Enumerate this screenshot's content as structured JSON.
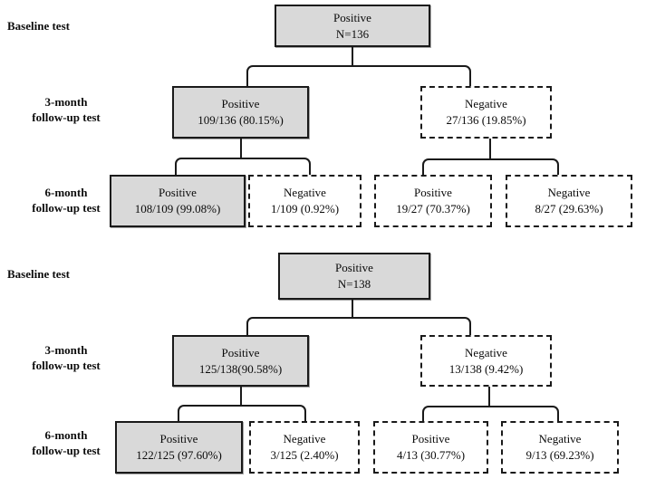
{
  "diagram": {
    "type": "flowchart",
    "description": "Two parallel test-result follow-up trees (baseline, 3-month, 6-month)",
    "row_labels": {
      "baseline": "Baseline test",
      "three_month_line1": "3-month",
      "three_month_line2": "follow-up test",
      "six_month_line1": "6-month",
      "six_month_line2": "follow-up test"
    },
    "colors": {
      "positive_fill": "#d9d9d9",
      "negative_fill": "#ffffff",
      "stroke": "#1a1a1a",
      "text": "#0b0b0b",
      "background": "#ffffff"
    },
    "trees": [
      {
        "id": "tree-1",
        "baseline": {
          "title": "Positive",
          "value": "N=136",
          "style": "solid"
        },
        "three_month": [
          {
            "title": "Positive",
            "value": "109/136 (80.15%)",
            "style": "solid"
          },
          {
            "title": "Negative",
            "value": "27/136 (19.85%)",
            "style": "dashed"
          }
        ],
        "six_month": [
          {
            "title": "Positive",
            "value": "108/109 (99.08%)",
            "style": "solid"
          },
          {
            "title": "Negative",
            "value": "1/109 (0.92%)",
            "style": "dashed"
          },
          {
            "title": "Positive",
            "value": "19/27 (70.37%)",
            "style": "dashed"
          },
          {
            "title": "Negative",
            "value": "8/27 (29.63%)",
            "style": "dashed"
          }
        ]
      },
      {
        "id": "tree-2",
        "baseline": {
          "title": "Positive",
          "value": "N=138",
          "style": "solid"
        },
        "three_month": [
          {
            "title": "Positive",
            "value": "125/138(90.58%)",
            "style": "solid"
          },
          {
            "title": "Negative",
            "value": "13/138 (9.42%)",
            "style": "dashed"
          }
        ],
        "six_month": [
          {
            "title": "Positive",
            "value": "122/125 (97.60%)",
            "style": "solid"
          },
          {
            "title": "Negative",
            "value": "3/125 (2.40%)",
            "style": "dashed"
          },
          {
            "title": "Positive",
            "value": "4/13 (30.77%)",
            "style": "dashed"
          },
          {
            "title": "Negative",
            "value": "9/13 (69.23%)",
            "style": "dashed"
          }
        ]
      }
    ]
  }
}
